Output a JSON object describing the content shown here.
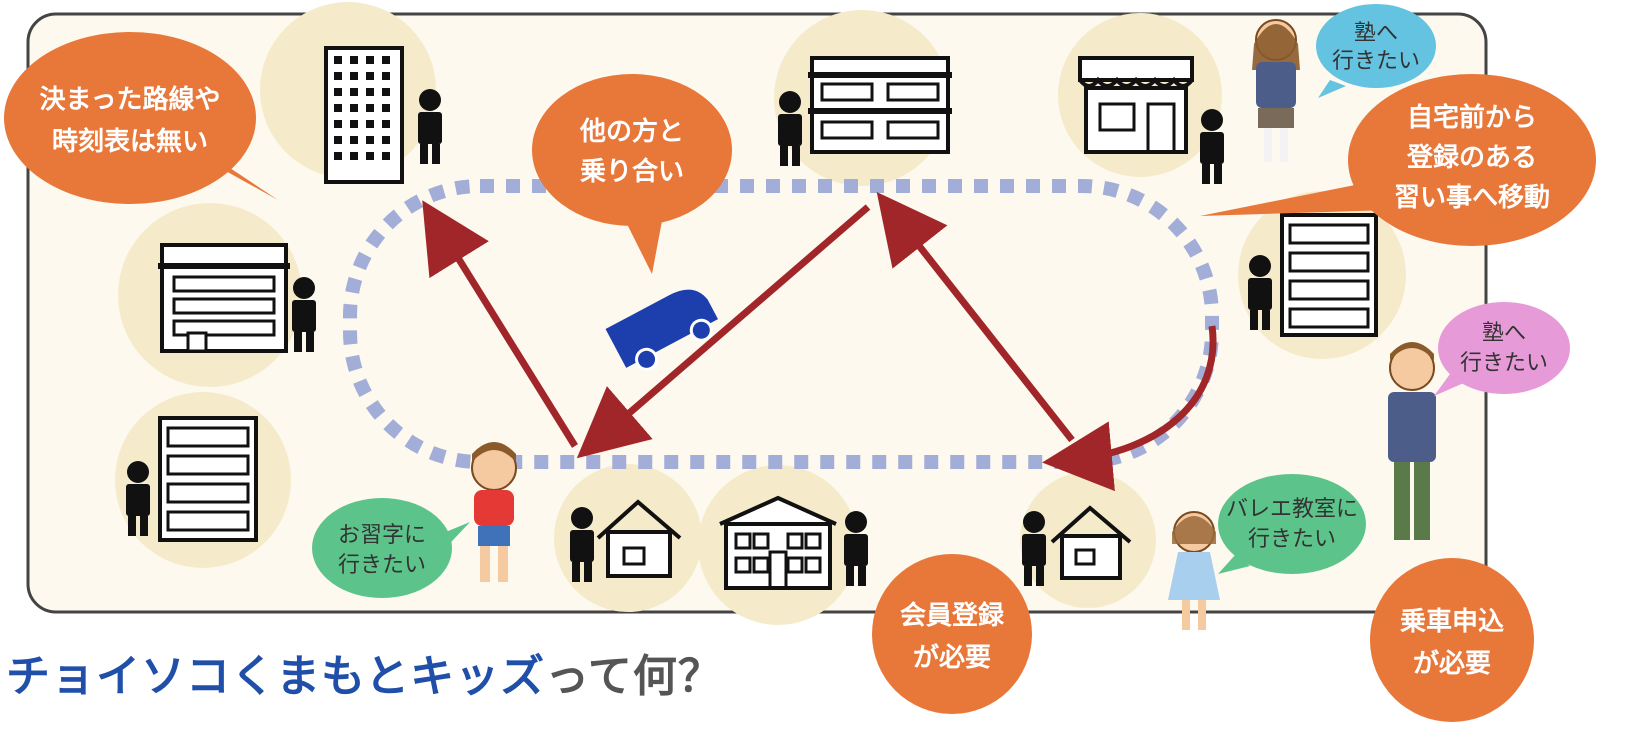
{
  "colors": {
    "panel_bg": "#fdf9ee",
    "panel_border": "#444444",
    "circle_bg": "#f5ebcb",
    "orange": "#e8773a",
    "route_dots": "#a3aed8",
    "arrow": "#a1262a",
    "car": "#1d3fae",
    "bubble_green": "#5cc48a",
    "bubble_blue": "#63c3e0",
    "bubble_pink": "#e79ad8",
    "title_blue": "#1f4fa8",
    "title_gray": "#555555"
  },
  "callouts": {
    "no_route": [
      "決まった路線や",
      "時刻表は無い"
    ],
    "rideshare": [
      "他の方と",
      "乗り合い"
    ],
    "home_to_lesson": [
      "自宅前から",
      "登録のある",
      "習い事へ移動"
    ],
    "member_registration": [
      "会員登録",
      "が必要"
    ],
    "ride_request": [
      "乗車申込",
      "が必要"
    ]
  },
  "speech": {
    "boy_calligraphy": [
      "お習字に",
      "行きたい"
    ],
    "girl_cram": [
      "塾へ",
      "行きたい"
    ],
    "boy_cram": [
      "塾へ",
      "行きたい"
    ],
    "girl_ballet": [
      "バレエ教室に",
      "行きたい"
    ]
  },
  "icons": {
    "vehicle": "van-icon",
    "person": "person-icon",
    "tall_building": "tall-building-icon",
    "apartment": "apartment-icon",
    "shop": "shop-icon",
    "house": "house-icon",
    "school": "school-icon"
  },
  "title": {
    "brand": "チョイソコくまもとキッズ",
    "rest": "って何？"
  }
}
